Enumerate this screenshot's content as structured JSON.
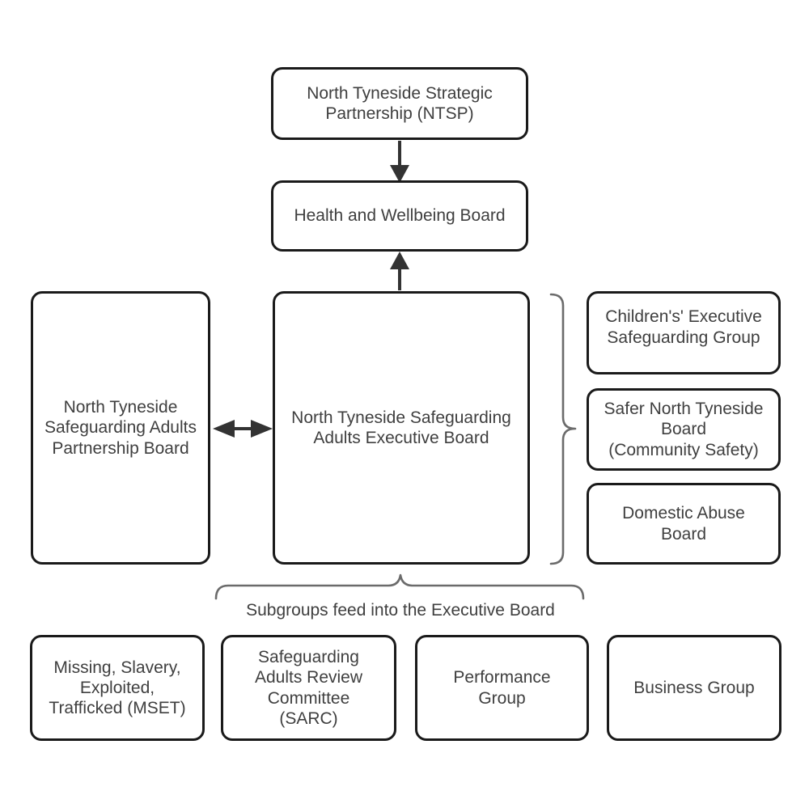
{
  "diagram": {
    "nodes": {
      "ntsp": "North Tyneside Strategic\nPartnership (NTSP)",
      "hwb": "Health and Wellbeing Board",
      "partnership": "North Tyneside\nSafeguarding Adults\nPartnership Board",
      "executive": "North Tyneside Safeguarding\nAdults Executive Board",
      "childrens": "Children's' Executive\nSafeguarding Group",
      "safer": "Safer North Tyneside\nBoard\n(Community Safety)",
      "domestic": "Domestic Abuse\nBoard",
      "mset": "Missing, Slavery,\nExploited,\nTrafficked (MSET)",
      "sarc": "Safeguarding\nAdults Review\nCommittee\n(SARC)",
      "performance": "Performance\nGroup",
      "business": "Business Group"
    },
    "caption": "Subgroups feed into the Executive Board",
    "connectors": {
      "ntsp_to_hwb": "arrow-down",
      "executive_to_hwb": "arrow-up",
      "partnership_executive": "double-arrow",
      "executive_to_right_group": "curly-brace-right",
      "subgroups_to_executive": "curly-brace-up"
    },
    "colors": {
      "background": "#ffffff",
      "box_border": "#1a1a1a",
      "text": "#3f3f3f",
      "arrow": "#333333",
      "brace": "#6b6b6b"
    }
  }
}
